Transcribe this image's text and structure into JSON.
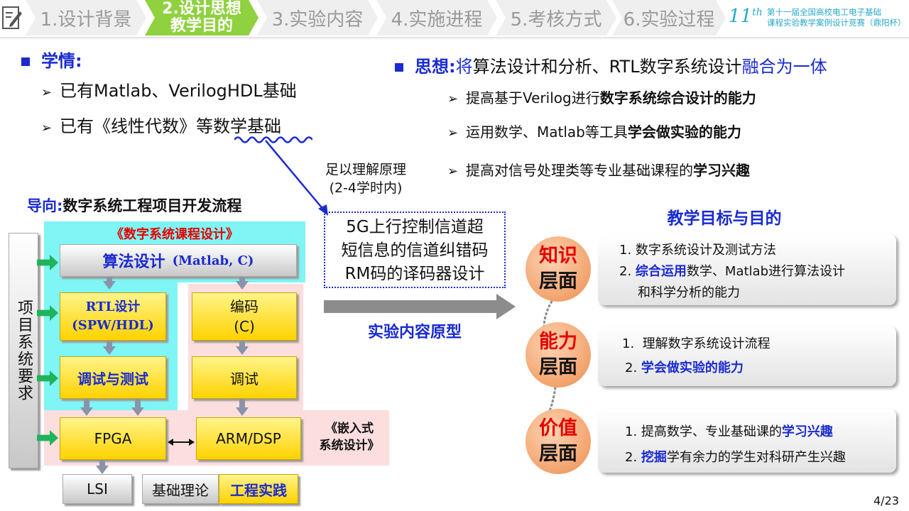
{
  "nav": {
    "tabs": [
      {
        "label": "1.设计背景",
        "active": false
      },
      {
        "label": "2.设计思想\n教学目的",
        "active": true
      },
      {
        "label": "3.实验内容",
        "active": false
      },
      {
        "label": "4.实施进程",
        "active": false
      },
      {
        "label": "5.考核方式",
        "active": false
      },
      {
        "label": "6.实验过程",
        "active": false
      }
    ],
    "logo_number": "11",
    "logo_sup": "th",
    "logo_line1": "第十一届全国高校电工电子基础",
    "logo_line2": "课程实验教学案例设计竞赛（鼎阳杯）"
  },
  "xueqing": {
    "title": "学情:",
    "items": [
      "已有Matlab、VerilogHDL基础",
      "已有《线性代数》等数学基础"
    ]
  },
  "sixiang": {
    "label": "思想:",
    "pre": "将",
    "mid": "算法设计和分析、RTL数字系统设计",
    "post": "融合为一体",
    "items": [
      {
        "plain": "提高基于Verilog进行",
        "bold": "数字系统综合设计的能力"
      },
      {
        "plain": "运用数学、Matlab等工具",
        "bold": "学会做实验的能力"
      },
      {
        "plain": "提高对信号处理类等专业基础课程的",
        "bold": "学习兴趣"
      }
    ]
  },
  "annotation": {
    "line1": "足以理解原理",
    "line2": "(2-4学时内)"
  },
  "daoxiang": {
    "label": "导向:",
    "text": "数字系统工程项目开发流程"
  },
  "diagram": {
    "sys_req": "项目系统要求",
    "course_label": "《数字系统课程设计》",
    "algo": "算法设计",
    "algo_sub": "(Matlab, C)",
    "rtl_line1": "RTL设计",
    "rtl_line2": "(SPW/HDL)",
    "debug_test": "调试与测试",
    "coding_line1": "编码",
    "coding_line2": "(C)",
    "debug": "调试",
    "fpga": "FPGA",
    "armdsp": "ARM/DSP",
    "embedded_line1": "《嵌入式",
    "embedded_line2": "系统设计》",
    "lsi": "LSI",
    "basic_theory": "基础理论",
    "engineering": "工程实践"
  },
  "prototype": {
    "line1": "5G上行控制信道超",
    "line2": "短信息的信道纠错码",
    "line3": "RM码的译码器设计",
    "caption": "实验内容原型"
  },
  "goals": {
    "title": "教学目标与目的",
    "panels": [
      {
        "label1": "知识",
        "label2": "层面",
        "lines": [
          {
            "num": "1.",
            "plain_before": "数字系统设计及测试方法",
            "blue": "",
            "plain_after": ""
          },
          {
            "num": "2.",
            "plain_before": "",
            "blue": "综合运用",
            "plain_after": "数学、Matlab进行算法设计"
          },
          {
            "num": "",
            "plain_before": "和科学分析的能力",
            "blue": "",
            "plain_after": ""
          }
        ]
      },
      {
        "label1": "能力",
        "label2": "层面",
        "lines": [
          {
            "num": "1.",
            "plain_before": "理解数字系统设计流程",
            "blue": "",
            "plain_after": ""
          },
          {
            "num": "2.",
            "plain_before": "",
            "blue": "学会做实验的能力",
            "plain_after": ""
          }
        ]
      },
      {
        "label1": "价值",
        "label2": "层面",
        "lines": [
          {
            "num": "1.",
            "plain_before": "提高数学、专业基础课的",
            "blue": "学习兴趣",
            "plain_after": ""
          },
          {
            "num": "2.",
            "plain_before": "",
            "blue": "挖掘",
            "plain_after": "学有余力的学生对科研产生兴趣"
          }
        ]
      }
    ]
  },
  "page_number": "4/23",
  "colors": {
    "accent_blue": "#1a2bd0",
    "nav_active": "#8fd13f",
    "red": "#e60000",
    "yellow": "#ffd200",
    "cyan": "#7ff5f5",
    "pink": "#fcdede"
  }
}
